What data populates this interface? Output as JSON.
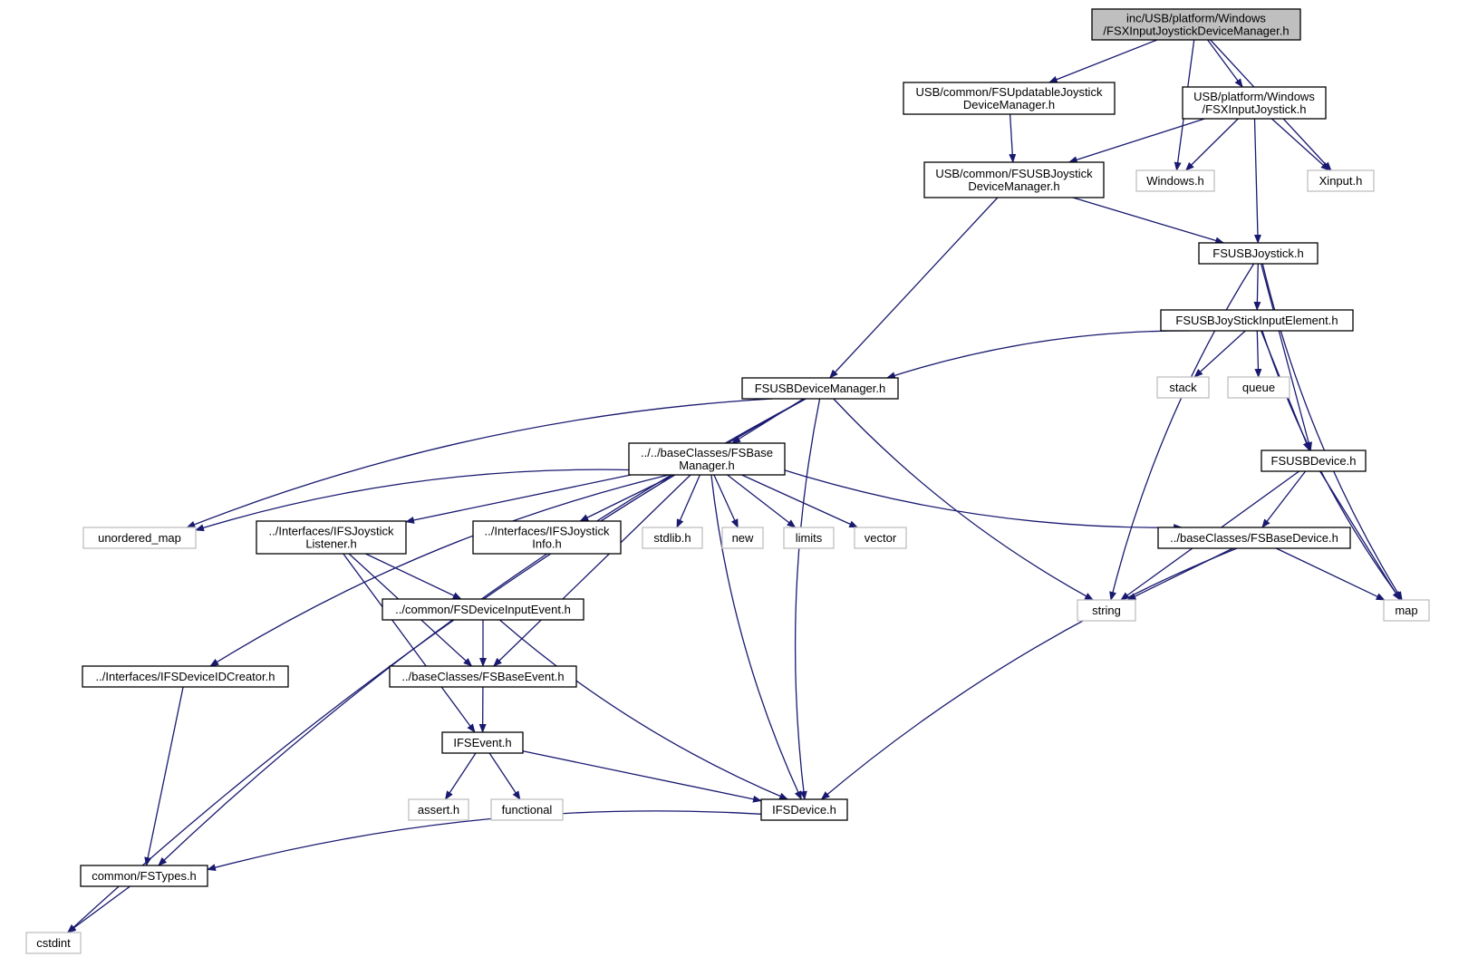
{
  "colors": {
    "edge": "#191970",
    "root_fill": "#bfbfbf",
    "file_border": "#000000",
    "system_border": "#bfbfbf",
    "system_text": "#000000"
  },
  "nodes": [
    {
      "id": "root",
      "lines": [
        "inc/USB/platform/Windows",
        "/FSXInputJoystickDeviceManager.h"
      ],
      "kind": "root"
    },
    {
      "id": "updatable",
      "lines": [
        "USB/common/FSUpdatableJoystick",
        "DeviceManager.h"
      ],
      "kind": "file"
    },
    {
      "id": "xinputjoy",
      "lines": [
        "USB/platform/Windows",
        "/FSXInputJoystick.h"
      ],
      "kind": "file"
    },
    {
      "id": "usbjoymgr",
      "lines": [
        "USB/common/FSUSBJoystick",
        "DeviceManager.h"
      ],
      "kind": "file"
    },
    {
      "id": "windows",
      "lines": [
        "Windows.h"
      ],
      "kind": "system"
    },
    {
      "id": "xinput",
      "lines": [
        "Xinput.h"
      ],
      "kind": "system"
    },
    {
      "id": "usbjoystick",
      "lines": [
        "FSUSBJoystick.h"
      ],
      "kind": "file"
    },
    {
      "id": "inputelement",
      "lines": [
        "FSUSBJoyStickInputElement.h"
      ],
      "kind": "file"
    },
    {
      "id": "stack",
      "lines": [
        "stack"
      ],
      "kind": "system"
    },
    {
      "id": "queue",
      "lines": [
        "queue"
      ],
      "kind": "system"
    },
    {
      "id": "devmgr",
      "lines": [
        "FSUSBDeviceManager.h"
      ],
      "kind": "file"
    },
    {
      "id": "basemgr",
      "lines": [
        "../../baseClasses/FSBase",
        "Manager.h"
      ],
      "kind": "file"
    },
    {
      "id": "usbdevice",
      "lines": [
        "FSUSBDevice.h"
      ],
      "kind": "file"
    },
    {
      "id": "unordered",
      "lines": [
        "unordered_map"
      ],
      "kind": "system"
    },
    {
      "id": "listener",
      "lines": [
        "../Interfaces/IFSJoystick",
        "Listener.h"
      ],
      "kind": "file"
    },
    {
      "id": "joyinfo",
      "lines": [
        "../Interfaces/IFSJoystick",
        "Info.h"
      ],
      "kind": "file"
    },
    {
      "id": "stdlib",
      "lines": [
        "stdlib.h"
      ],
      "kind": "system"
    },
    {
      "id": "new",
      "lines": [
        "new"
      ],
      "kind": "system"
    },
    {
      "id": "limits",
      "lines": [
        "limits"
      ],
      "kind": "system"
    },
    {
      "id": "vector",
      "lines": [
        "vector"
      ],
      "kind": "system"
    },
    {
      "id": "basedevice",
      "lines": [
        "../baseClasses/FSBaseDevice.h"
      ],
      "kind": "file"
    },
    {
      "id": "string",
      "lines": [
        "string"
      ],
      "kind": "system"
    },
    {
      "id": "map",
      "lines": [
        "map"
      ],
      "kind": "system"
    },
    {
      "id": "devinputevent",
      "lines": [
        "../common/FSDeviceInputEvent.h"
      ],
      "kind": "file"
    },
    {
      "id": "idcreator",
      "lines": [
        "../Interfaces/IFSDeviceIDCreator.h"
      ],
      "kind": "file"
    },
    {
      "id": "baseevent",
      "lines": [
        "../baseClasses/FSBaseEvent.h"
      ],
      "kind": "file"
    },
    {
      "id": "ifsevent",
      "lines": [
        "IFSEvent.h"
      ],
      "kind": "file"
    },
    {
      "id": "assert",
      "lines": [
        "assert.h"
      ],
      "kind": "system"
    },
    {
      "id": "functional",
      "lines": [
        "functional"
      ],
      "kind": "system"
    },
    {
      "id": "ifsdevice",
      "lines": [
        "IFSDevice.h"
      ],
      "kind": "file"
    },
    {
      "id": "fstypes",
      "lines": [
        "common/FSTypes.h"
      ],
      "kind": "file"
    },
    {
      "id": "cstdint",
      "lines": [
        "cstdint"
      ],
      "kind": "system"
    }
  ],
  "edges": [
    [
      "root",
      "updatable"
    ],
    [
      "root",
      "xinputjoy"
    ],
    [
      "root",
      "windows"
    ],
    [
      "root",
      "xinput"
    ],
    [
      "updatable",
      "usbjoymgr"
    ],
    [
      "xinputjoy",
      "usbjoymgr"
    ],
    [
      "xinputjoy",
      "windows"
    ],
    [
      "xinputjoy",
      "xinput"
    ],
    [
      "xinputjoy",
      "usbjoystick"
    ],
    [
      "usbjoymgr",
      "usbjoystick"
    ],
    [
      "usbjoymgr",
      "devmgr"
    ],
    [
      "usbjoystick",
      "inputelement"
    ],
    [
      "usbjoystick",
      "string"
    ],
    [
      "usbjoystick",
      "usbdevice"
    ],
    [
      "usbjoystick",
      "map"
    ],
    [
      "inputelement",
      "devmgr"
    ],
    [
      "inputelement",
      "stack"
    ],
    [
      "inputelement",
      "queue"
    ],
    [
      "inputelement",
      "usbdevice"
    ],
    [
      "inputelement",
      "map"
    ],
    [
      "devmgr",
      "basemgr"
    ],
    [
      "devmgr",
      "unordered"
    ],
    [
      "devmgr",
      "fstypes"
    ],
    [
      "devmgr",
      "cstdint"
    ],
    [
      "devmgr",
      "ifsdevice"
    ],
    [
      "devmgr",
      "string"
    ],
    [
      "basemgr",
      "unordered"
    ],
    [
      "basemgr",
      "listener"
    ],
    [
      "basemgr",
      "joyinfo"
    ],
    [
      "basemgr",
      "stdlib"
    ],
    [
      "basemgr",
      "new"
    ],
    [
      "basemgr",
      "limits"
    ],
    [
      "basemgr",
      "vector"
    ],
    [
      "basemgr",
      "basedevice"
    ],
    [
      "basemgr",
      "idcreator"
    ],
    [
      "basemgr",
      "baseevent"
    ],
    [
      "basemgr",
      "ifsdevice"
    ],
    [
      "usbdevice",
      "basedevice"
    ],
    [
      "usbdevice",
      "string"
    ],
    [
      "usbdevice",
      "map"
    ],
    [
      "basedevice",
      "string"
    ],
    [
      "basedevice",
      "map"
    ],
    [
      "basedevice",
      "ifsdevice"
    ],
    [
      "listener",
      "devinputevent"
    ],
    [
      "listener",
      "baseevent"
    ],
    [
      "listener",
      "ifsevent"
    ],
    [
      "devinputevent",
      "baseevent"
    ],
    [
      "devinputevent",
      "ifsdevice"
    ],
    [
      "baseevent",
      "ifsevent"
    ],
    [
      "ifsevent",
      "assert"
    ],
    [
      "ifsevent",
      "functional"
    ],
    [
      "ifsevent",
      "ifsdevice"
    ],
    [
      "idcreator",
      "fstypes"
    ],
    [
      "ifsdevice",
      "fstypes"
    ],
    [
      "fstypes",
      "cstdint"
    ]
  ]
}
